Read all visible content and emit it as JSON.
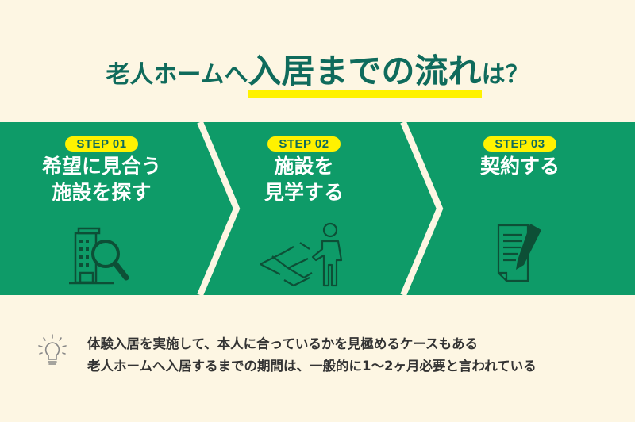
{
  "title": {
    "prefix": "老人ホームへ",
    "highlight": "入居までの流れ",
    "suffix": "は？"
  },
  "colors": {
    "background": "#fdf6e3",
    "band_green": "#0e9b68",
    "title_green": "#0f6b5c",
    "highlight_yellow": "#fff200",
    "icon_dark_green": "#0d4f36",
    "text_dark": "#333333"
  },
  "steps": [
    {
      "badge": "STEP 01",
      "line1": "希望に見合う",
      "line2": "施設を探す",
      "icon": "building-search-icon"
    },
    {
      "badge": "STEP 02",
      "line1": "施設を",
      "line2": "見学する",
      "icon": "person-floorplan-icon"
    },
    {
      "badge": "STEP 03",
      "line1": "契約する",
      "line2": "",
      "icon": "document-pen-icon"
    }
  ],
  "note": {
    "icon": "lightbulb-icon",
    "line1": "体験入居を実施して、本人に合っているかを見極めるケースもある",
    "line2": "老人ホームへ入居するまでの期間は、一般的に1～2ヶ月必要と言われている"
  }
}
